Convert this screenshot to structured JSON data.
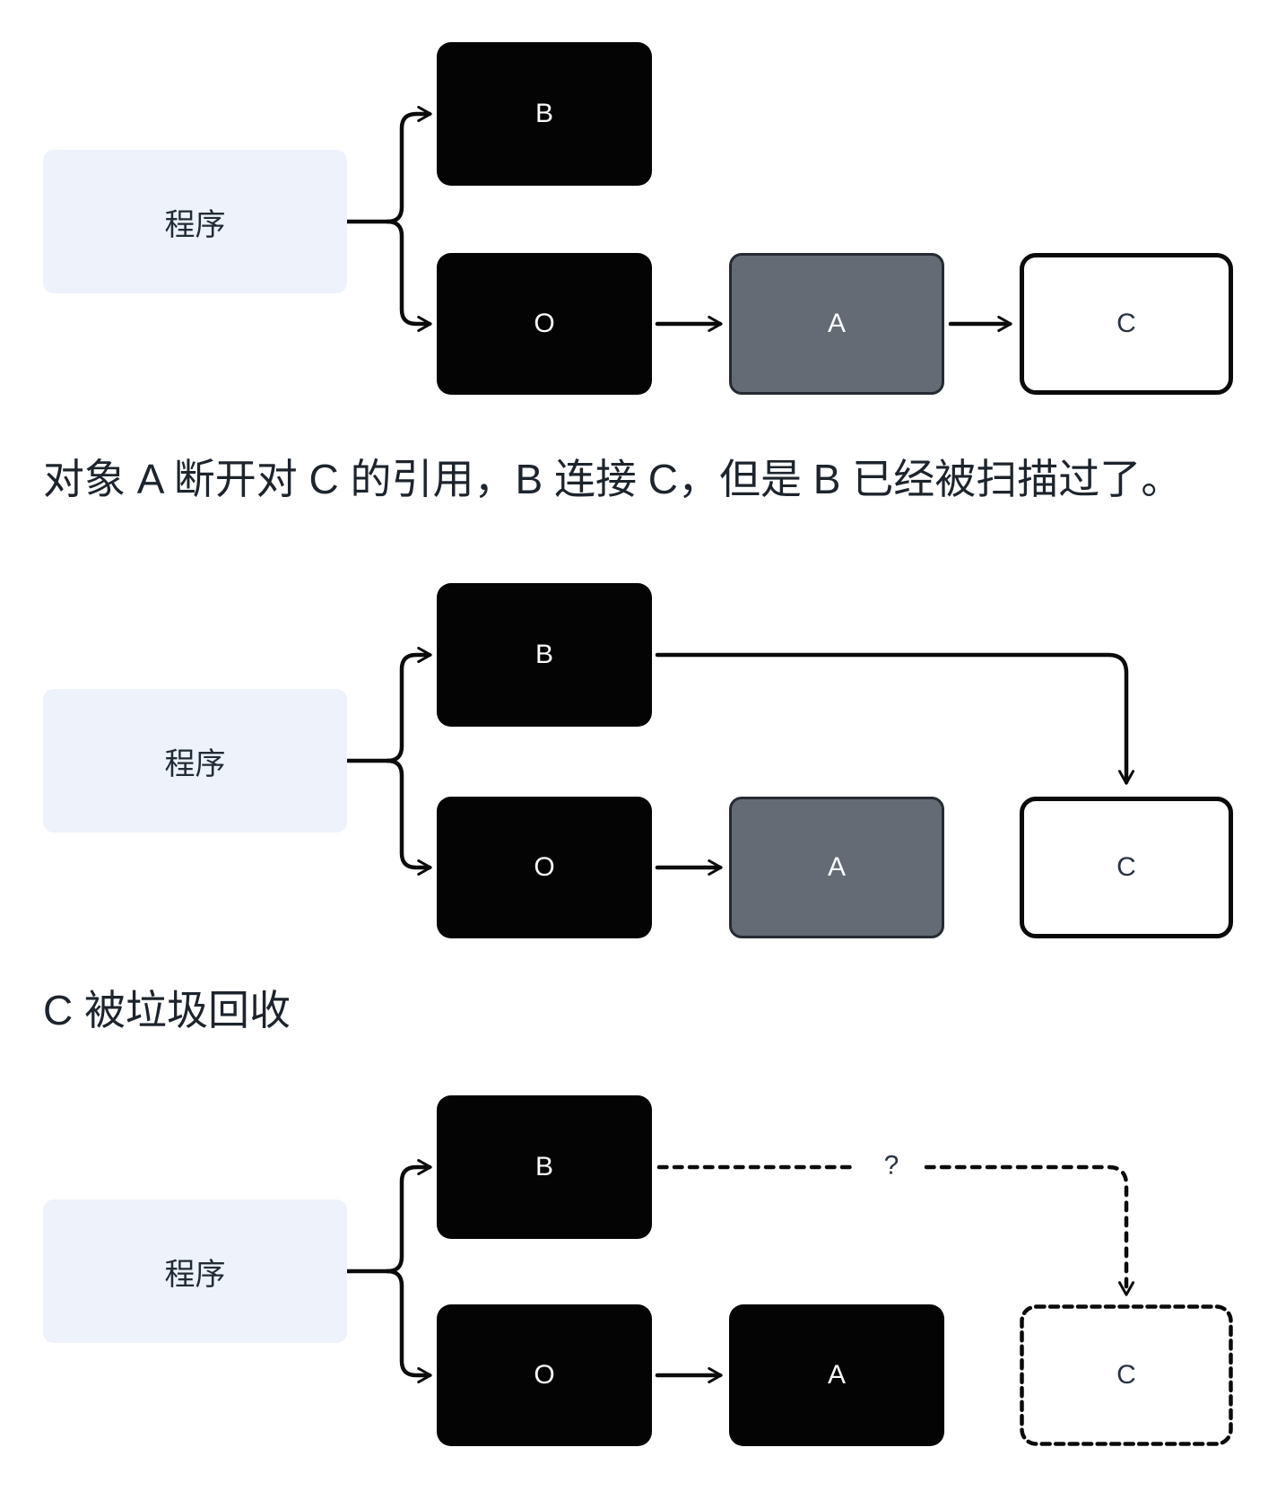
{
  "colors": {
    "background": "#ffffff",
    "node_black_fill": "#040404",
    "node_gray_fill": "#646b74",
    "node_gray_border": "#262b32",
    "node_white_fill": "#ffffff",
    "node_white_border": "#0a0a0a",
    "program_fill": "#eef2fb",
    "caption_text": "#1d242c",
    "node_letter_light": "#fafafa",
    "node_letter_dark": "#2a3340",
    "arrow": "#0b0b0b"
  },
  "captions": {
    "after_diagram_1": "对象 A 断开对 C 的引用，B 连接 C，但是 B 已经被扫描过了。",
    "after_diagram_2": "C 被垃圾回收"
  },
  "diagrams": [
    {
      "id": "scan-in-progress",
      "program": "程序",
      "nodes": {
        "b": "B",
        "o": "O",
        "a": "A",
        "c": "C"
      }
    },
    {
      "id": "b-links-to-c",
      "program": "程序",
      "nodes": {
        "b": "B",
        "o": "O",
        "a": "A",
        "c": "C"
      }
    },
    {
      "id": "c-garbage-collected",
      "program": "程序",
      "nodes": {
        "b": "B",
        "o": "O",
        "a": "A",
        "c": "C"
      },
      "question_mark": "?"
    }
  ]
}
